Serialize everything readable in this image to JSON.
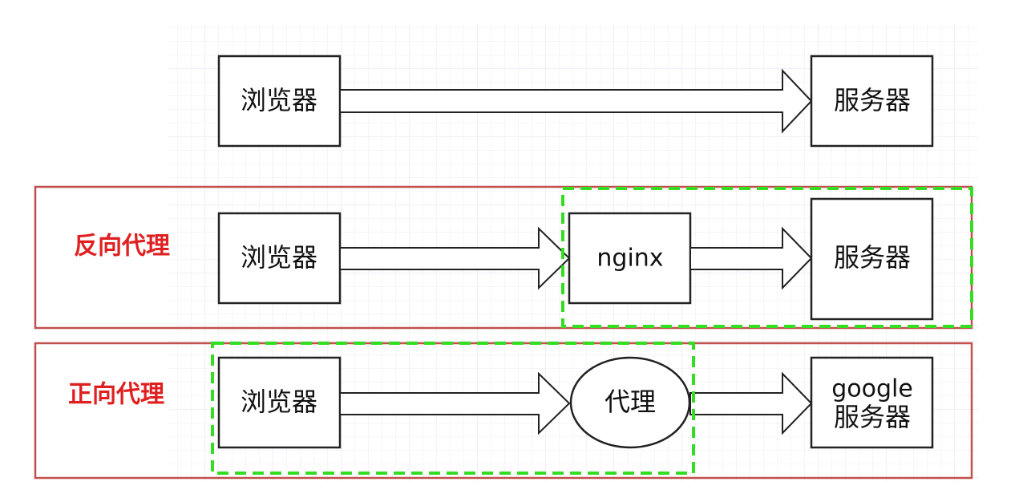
{
  "colors": {
    "section_border": "#c0504d",
    "section_label": "#e02020",
    "dashed_highlight": "#33dd22",
    "node_stroke": "#222222",
    "grid_line": "#e3e3ee"
  },
  "rows": [
    {
      "label": "",
      "browser": "浏览器",
      "server": "服务器"
    },
    {
      "label": "反向代理",
      "browser": "浏览器",
      "middle": "nginx",
      "server": "服务器"
    },
    {
      "label": "正向代理",
      "browser": "浏览器",
      "middle": "代理",
      "server_line1": "google",
      "server_line2": "服务器"
    }
  ]
}
